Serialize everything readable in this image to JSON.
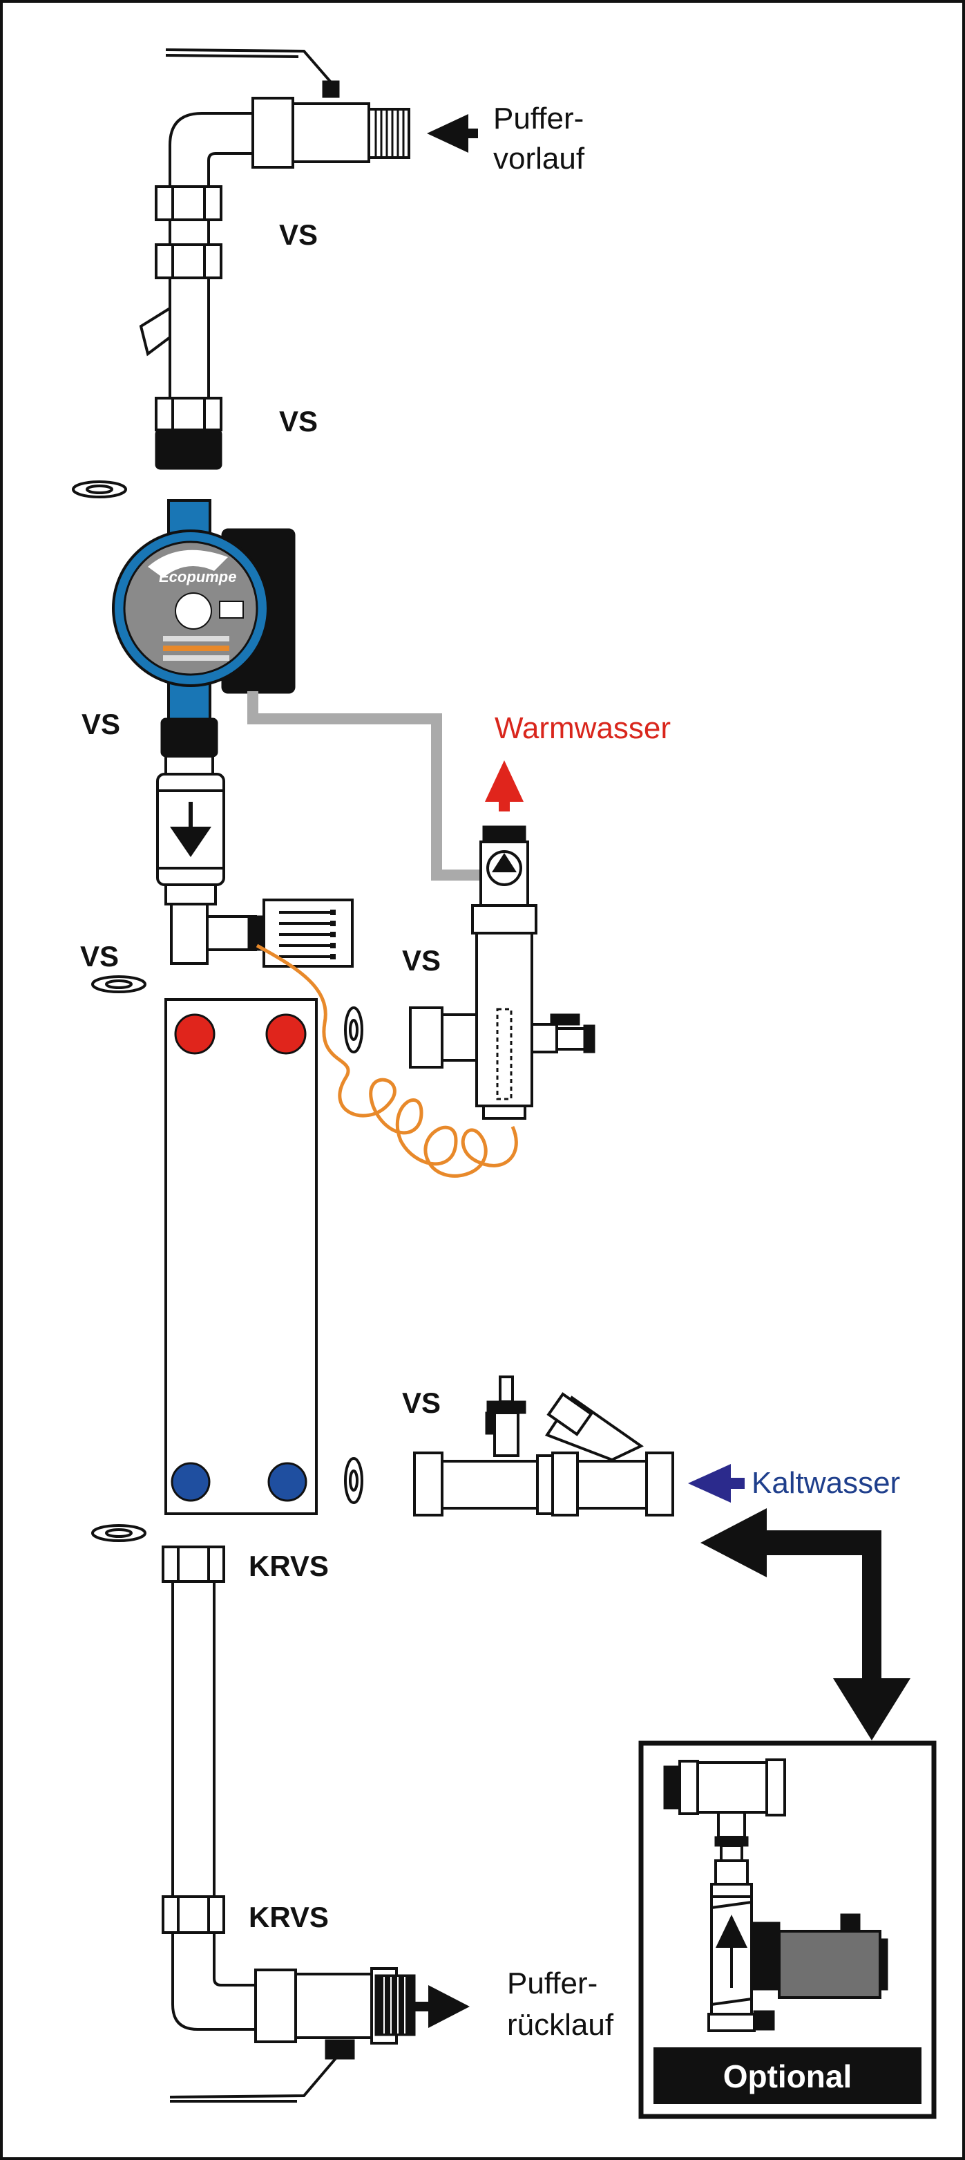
{
  "labels": {
    "puffer_vorlauf_1": "Puffer-",
    "puffer_vorlauf_2": "vorlauf",
    "vs_upper_1": "VS",
    "vs_upper_2": "VS",
    "vs_pump": "VS",
    "vs_exchanger": "VS",
    "vs_warm_module": "VS",
    "vs_cold_module": "VS",
    "warmwasser": "Warmwasser",
    "kaltwasser": "Kaltwasser",
    "krvs_upper": "KRVS",
    "krvs_lower": "KRVS",
    "puffer_ruecklauf_1": "Puffer-",
    "puffer_ruecklauf_2": "rücklauf",
    "optional": "Optional",
    "pump_brand": "Ecopumpe"
  },
  "colors": {
    "warm_arrow": "#e0251c",
    "cold_arrow": "#2b2a8c",
    "warm_text": "#d9261c",
    "cold_text": "#1f3f8c",
    "pump_blue": "#1976b5",
    "hot_port": "#e0251c",
    "cold_port": "#1f4fa0",
    "sensor_cable": "#e8892a",
    "signal_cable": "#aaaaaa",
    "optional_motor": "#707070"
  }
}
